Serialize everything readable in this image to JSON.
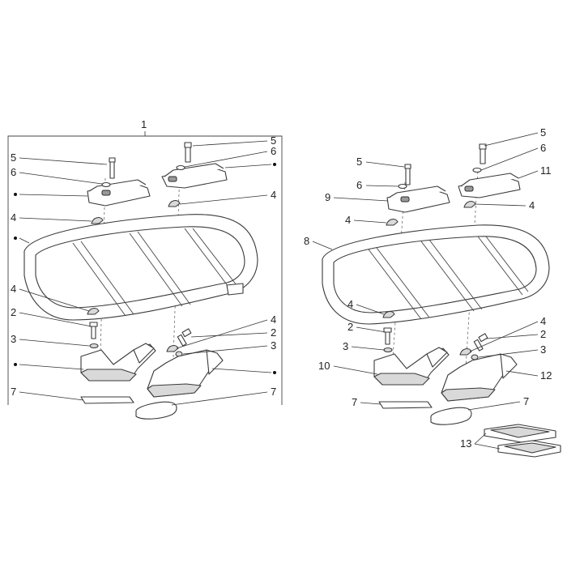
{
  "diagram": {
    "left_assembly": {
      "group_label": "1",
      "callouts": [
        "5",
        "6",
        "4",
        "4",
        "2",
        "3",
        "7",
        "5",
        "6",
        "4",
        "4",
        "2",
        "3",
        "7"
      ]
    },
    "right_assembly": {
      "callouts": [
        "5",
        "6",
        "9",
        "4",
        "8",
        "4",
        "2",
        "3",
        "10",
        "7",
        "5",
        "6",
        "11",
        "4",
        "4",
        "2",
        "3",
        "12",
        "7",
        "13"
      ]
    }
  }
}
